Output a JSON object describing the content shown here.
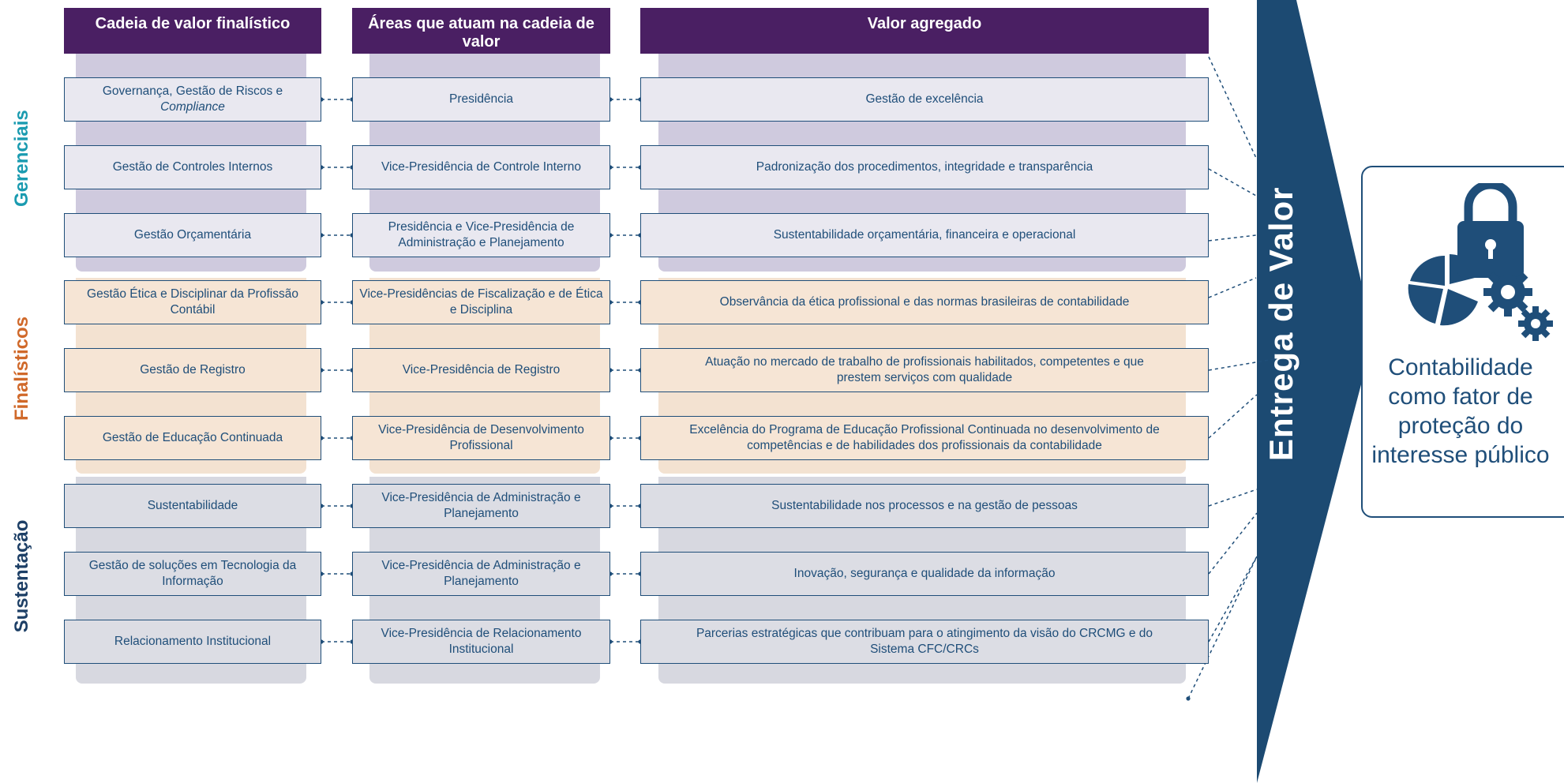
{
  "headers": {
    "col1": "Cadeia de valor finalístico",
    "col2": "Áreas que atuam na cadeia de valor",
    "col3": "Valor agregado"
  },
  "side_labels": {
    "gerenciais": "Gerenciais",
    "finalisticos": "Finalísticos",
    "sustentacao": "Sustentação"
  },
  "rows": [
    {
      "cadeia_pre": "Governança, Gestão de Riscos e ",
      "cadeia_em": "Compliance",
      "area": "Presidência",
      "valor": "Gestão de excelência"
    },
    {
      "cadeia_pre": "Gestão de Controles Internos",
      "cadeia_em": "",
      "area": "Vice-Presidência de Controle Interno",
      "valor": "Padronização dos procedimentos, integridade e transparência"
    },
    {
      "cadeia_pre": "Gestão Orçamentária",
      "cadeia_em": "",
      "area": "Presidência e Vice-Presidência de Administração e Planejamento",
      "valor": "Sustentabilidade orçamentária, financeira e operacional"
    },
    {
      "cadeia_pre": "Gestão Ética e Disciplinar da Profissão Contábil",
      "cadeia_em": "",
      "area": "Vice-Presidências de Fiscalização e de Ética e Disciplina",
      "valor": "Observância da ética profissional e das normas brasileiras de contabilidade"
    },
    {
      "cadeia_pre": "Gestão de Registro",
      "cadeia_em": "",
      "area": "Vice-Presidência de Registro",
      "valor": "Atuação no mercado de trabalho de profissionais habilitados, competentes e que prestem serviços com qualidade"
    },
    {
      "cadeia_pre": "Gestão de Educação Continuada",
      "cadeia_em": "",
      "area": "Vice-Presidência de Desenvolvimento Profissional",
      "valor": "Excelência do Programa de Educação Profissional Continuada no desenvolvimento de competências e de habilidades dos profissionais da contabilidade"
    },
    {
      "cadeia_pre": "Sustentabilidade",
      "cadeia_em": "",
      "area": "Vice-Presidência de Administração e Planejamento",
      "valor": "Sustentabilidade nos processos e na gestão de pessoas"
    },
    {
      "cadeia_pre": "Gestão de soluções em Tecnologia da Informação",
      "cadeia_em": "",
      "area": "Vice-Presidência de Administração e Planejamento",
      "valor": "Inovação, segurança e qualidade da informação"
    },
    {
      "cadeia_pre": "Relacionamento Institucional",
      "cadeia_em": "",
      "area": "Vice-Presidência de Relacionamento Institucional",
      "valor": "Parcerias estratégicas que contribuam para o atingimento da visão do CRCMG e do Sistema CFC/CRCs"
    }
  ],
  "entrega": "Entrega de Valor",
  "card_text": "Contabilidade como fator de proteção do interesse público",
  "icons": [
    "pie-chart-icon",
    "padlock-icon",
    "gears-icon"
  ],
  "colors": {
    "header": "#4a1f63",
    "navy": "#1f4e79",
    "teal": "#1a9bb0",
    "orange": "#d0692a",
    "dark_navy": "#1d3f66"
  }
}
